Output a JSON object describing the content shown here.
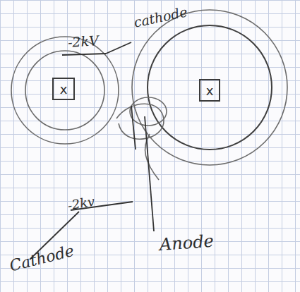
{
  "diagram": {
    "nodes": [
      {
        "text": [
          "x"
        ]
      },
      {
        "text": [
          "x"
        ]
      }
    ],
    "labels": [
      "-2kV",
      "cathode",
      "-2kv",
      "Cathode",
      "Anode"
    ]
  }
}
